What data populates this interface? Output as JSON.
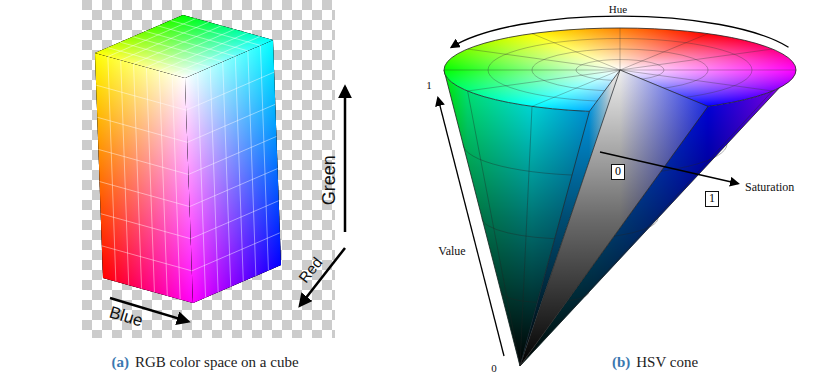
{
  "diagram": {
    "nodes": [
      {
        "text": [
          "0"
        ]
      },
      {
        "text": [
          "1"
        ]
      }
    ],
    "labels": [
      "Blue",
      "Red",
      "Green",
      "Hue",
      "1",
      "Value",
      "0",
      "Saturation",
      "(a)",
      "RGB color space on a cube",
      "(b)",
      "HSV cone"
    ]
  }
}
